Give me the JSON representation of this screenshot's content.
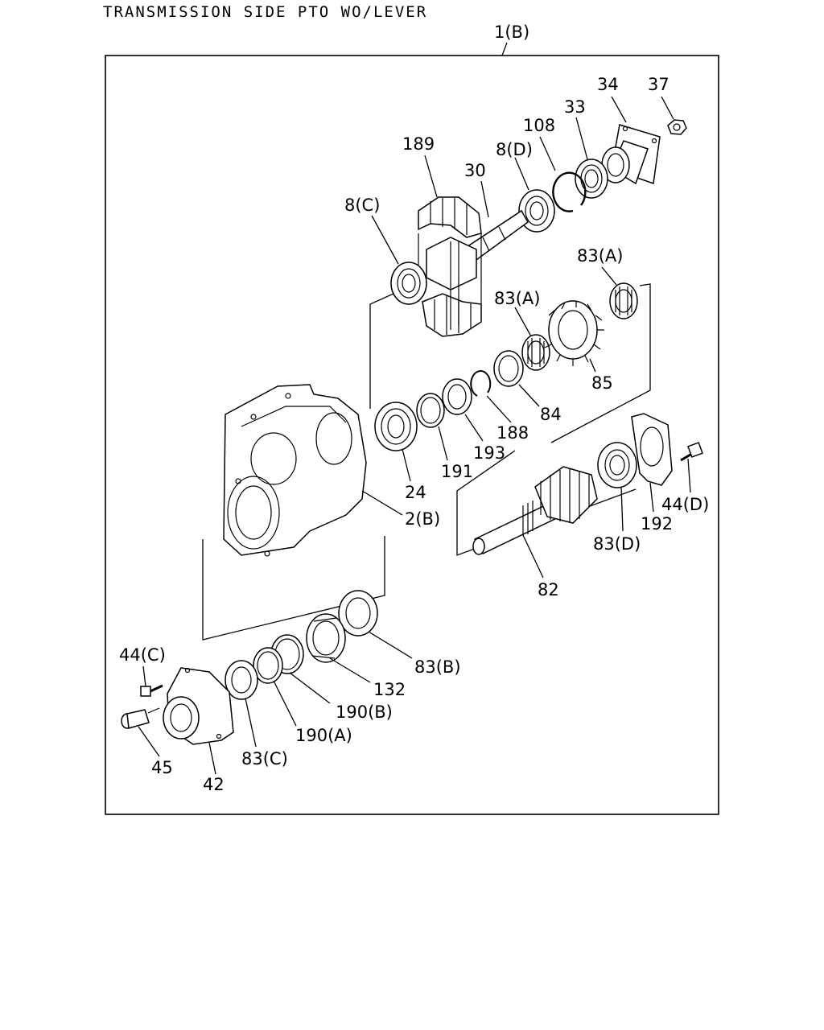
{
  "title": "TRANSMISSION SIDE PTO WO/LEVER",
  "assembly_label": "1(B)",
  "labels": {
    "p34": "34",
    "p37": "37",
    "p108": "108",
    "p33": "33",
    "p189": "189",
    "p8d": "8(D)",
    "p30": "30",
    "p8c": "8(C)",
    "p83a_1": "83(A)",
    "p83a_2": "83(A)",
    "p85": "85",
    "p84": "84",
    "p188": "188",
    "p193": "193",
    "p191": "191",
    "p24": "24",
    "p2b": "2(B)",
    "p44d": "44(D)",
    "p192": "192",
    "p83d": "83(D)",
    "p82": "82",
    "p83b": "83(B)",
    "p132": "132",
    "p190b": "190(B)",
    "p190a": "190(A)",
    "p83c": "83(C)",
    "p44c": "44(C)",
    "p45": "45",
    "p42": "42"
  }
}
